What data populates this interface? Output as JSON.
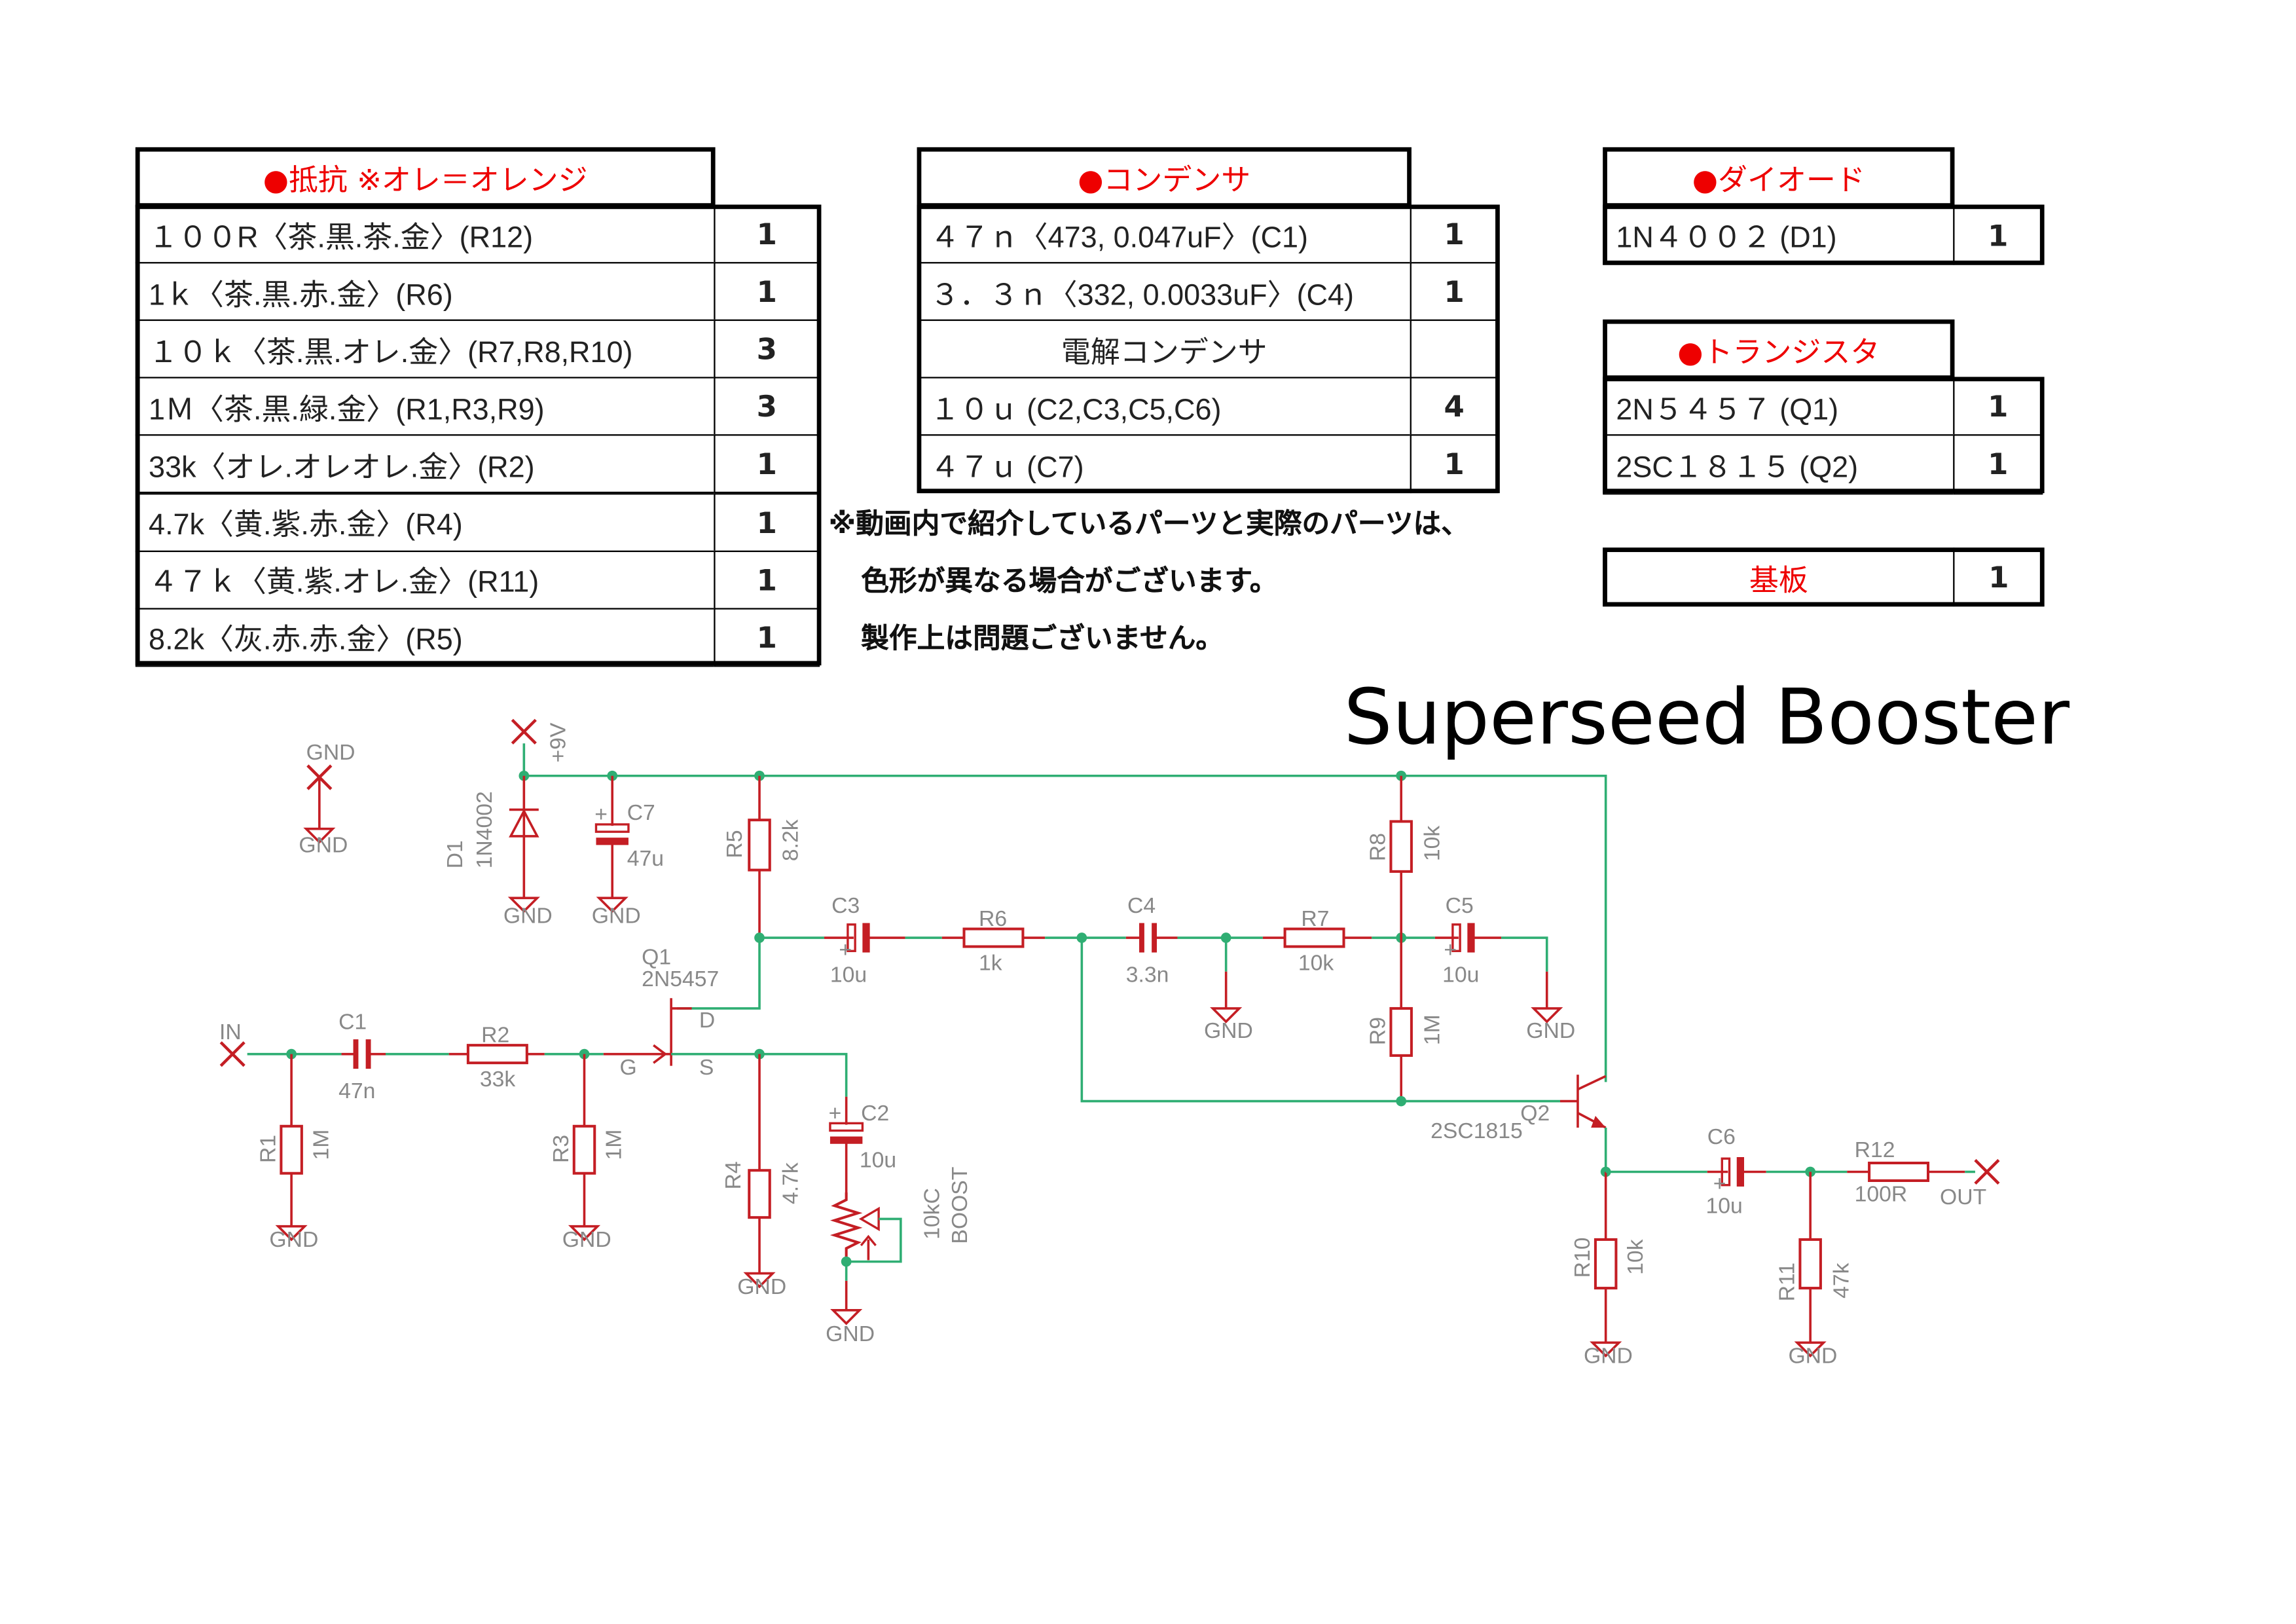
{
  "resistors": {
    "header": "●抵抗 ※オレ＝オレンジ",
    "rows": [
      {
        "label": "１００R〈茶.黒.茶.金〉(R12)",
        "qty": "1"
      },
      {
        "label": "1ｋ〈茶.黒.赤.金〉(R6)",
        "qty": "1"
      },
      {
        "label": "１０ｋ〈茶.黒.オレ.金〉(R7,R8,R10)",
        "qty": "3"
      },
      {
        "label": "1Ｍ〈茶.黒.緑.金〉(R1,R3,R9)",
        "qty": "3"
      },
      {
        "label": "33k〈オレ.オレオレ.金〉(R2)",
        "qty": "1"
      },
      {
        "label": "4.7k〈黄.紫.赤.金〉(R4)",
        "qty": "1"
      },
      {
        "label": "４７ｋ〈黄.紫.オレ.金〉(R11)",
        "qty": "1"
      },
      {
        "label": "8.2k〈灰.赤.赤.金〉(R5)",
        "qty": "1"
      }
    ]
  },
  "capacitors": {
    "header": "●コンデンサ",
    "rows": [
      {
        "label": "４７ｎ〈473, 0.047uF〉(C1)",
        "qty": "1"
      },
      {
        "label": "３．３ｎ〈332, 0.0033uF〉(C4)",
        "qty": "1"
      },
      {
        "label": "電解コンデンサ",
        "qty": ""
      },
      {
        "label": "１０ｕ (C2,C3,C5,C6)",
        "qty": "4"
      },
      {
        "label": "４７ｕ (C7)",
        "qty": "1"
      }
    ]
  },
  "diodes": {
    "header": "●ダイオード",
    "rows": [
      {
        "label": "1N４００２ (D1)",
        "qty": "1"
      }
    ]
  },
  "transistors": {
    "header": "●トランジスタ",
    "rows": [
      {
        "label": "2N５４５７ (Q1)",
        "qty": "1"
      },
      {
        "label": "2SC１８１５ (Q2)",
        "qty": "1"
      }
    ]
  },
  "board": {
    "label": "基板",
    "qty": "1"
  },
  "note": [
    "※動画内で紹介しているパーツと実際のパーツは、",
    "色形が異なる場合がございます。",
    "製作上は問題ございません。"
  ],
  "title": "Superseed Booster",
  "schematic": {
    "colors": {
      "wire": "#2fae73",
      "part": "#c41e24",
      "text": "#888888"
    },
    "ports": {
      "in": "IN",
      "out": "OUT",
      "vcc": "+9V",
      "gnd": "GND"
    },
    "pins": {
      "d": "D",
      "g": "G",
      "s": "S"
    },
    "parts": {
      "R1": {
        "name": "R1",
        "value": "1M"
      },
      "R2": {
        "name": "R2",
        "value": "33k"
      },
      "R3": {
        "name": "R3",
        "value": "1M"
      },
      "R4": {
        "name": "R4",
        "value": "4.7k"
      },
      "R5": {
        "name": "R5",
        "value": "8.2k"
      },
      "R6": {
        "name": "R6",
        "value": "1k"
      },
      "R7": {
        "name": "R7",
        "value": "10k"
      },
      "R8": {
        "name": "R8",
        "value": "10k"
      },
      "R9": {
        "name": "R9",
        "value": "1M"
      },
      "R10": {
        "name": "R10",
        "value": "10k"
      },
      "R11": {
        "name": "R11",
        "value": "47k"
      },
      "R12": {
        "name": "R12",
        "value": "100R"
      },
      "C1": {
        "name": "C1",
        "value": "47n"
      },
      "C2": {
        "name": "C2",
        "value": "10u"
      },
      "C3": {
        "name": "C3",
        "value": "10u"
      },
      "C4": {
        "name": "C4",
        "value": "3.3n"
      },
      "C5": {
        "name": "C5",
        "value": "10u"
      },
      "C6": {
        "name": "C6",
        "value": "10u"
      },
      "C7": {
        "name": "C7",
        "value": "47u"
      },
      "D1": {
        "name": "D1",
        "value": "1N4002"
      },
      "Q1": {
        "name": "Q1",
        "value": "2N5457"
      },
      "Q2": {
        "name": "Q2",
        "value": "2SC1815"
      },
      "POT": {
        "name": "BOOST",
        "value": "10kC"
      }
    }
  }
}
